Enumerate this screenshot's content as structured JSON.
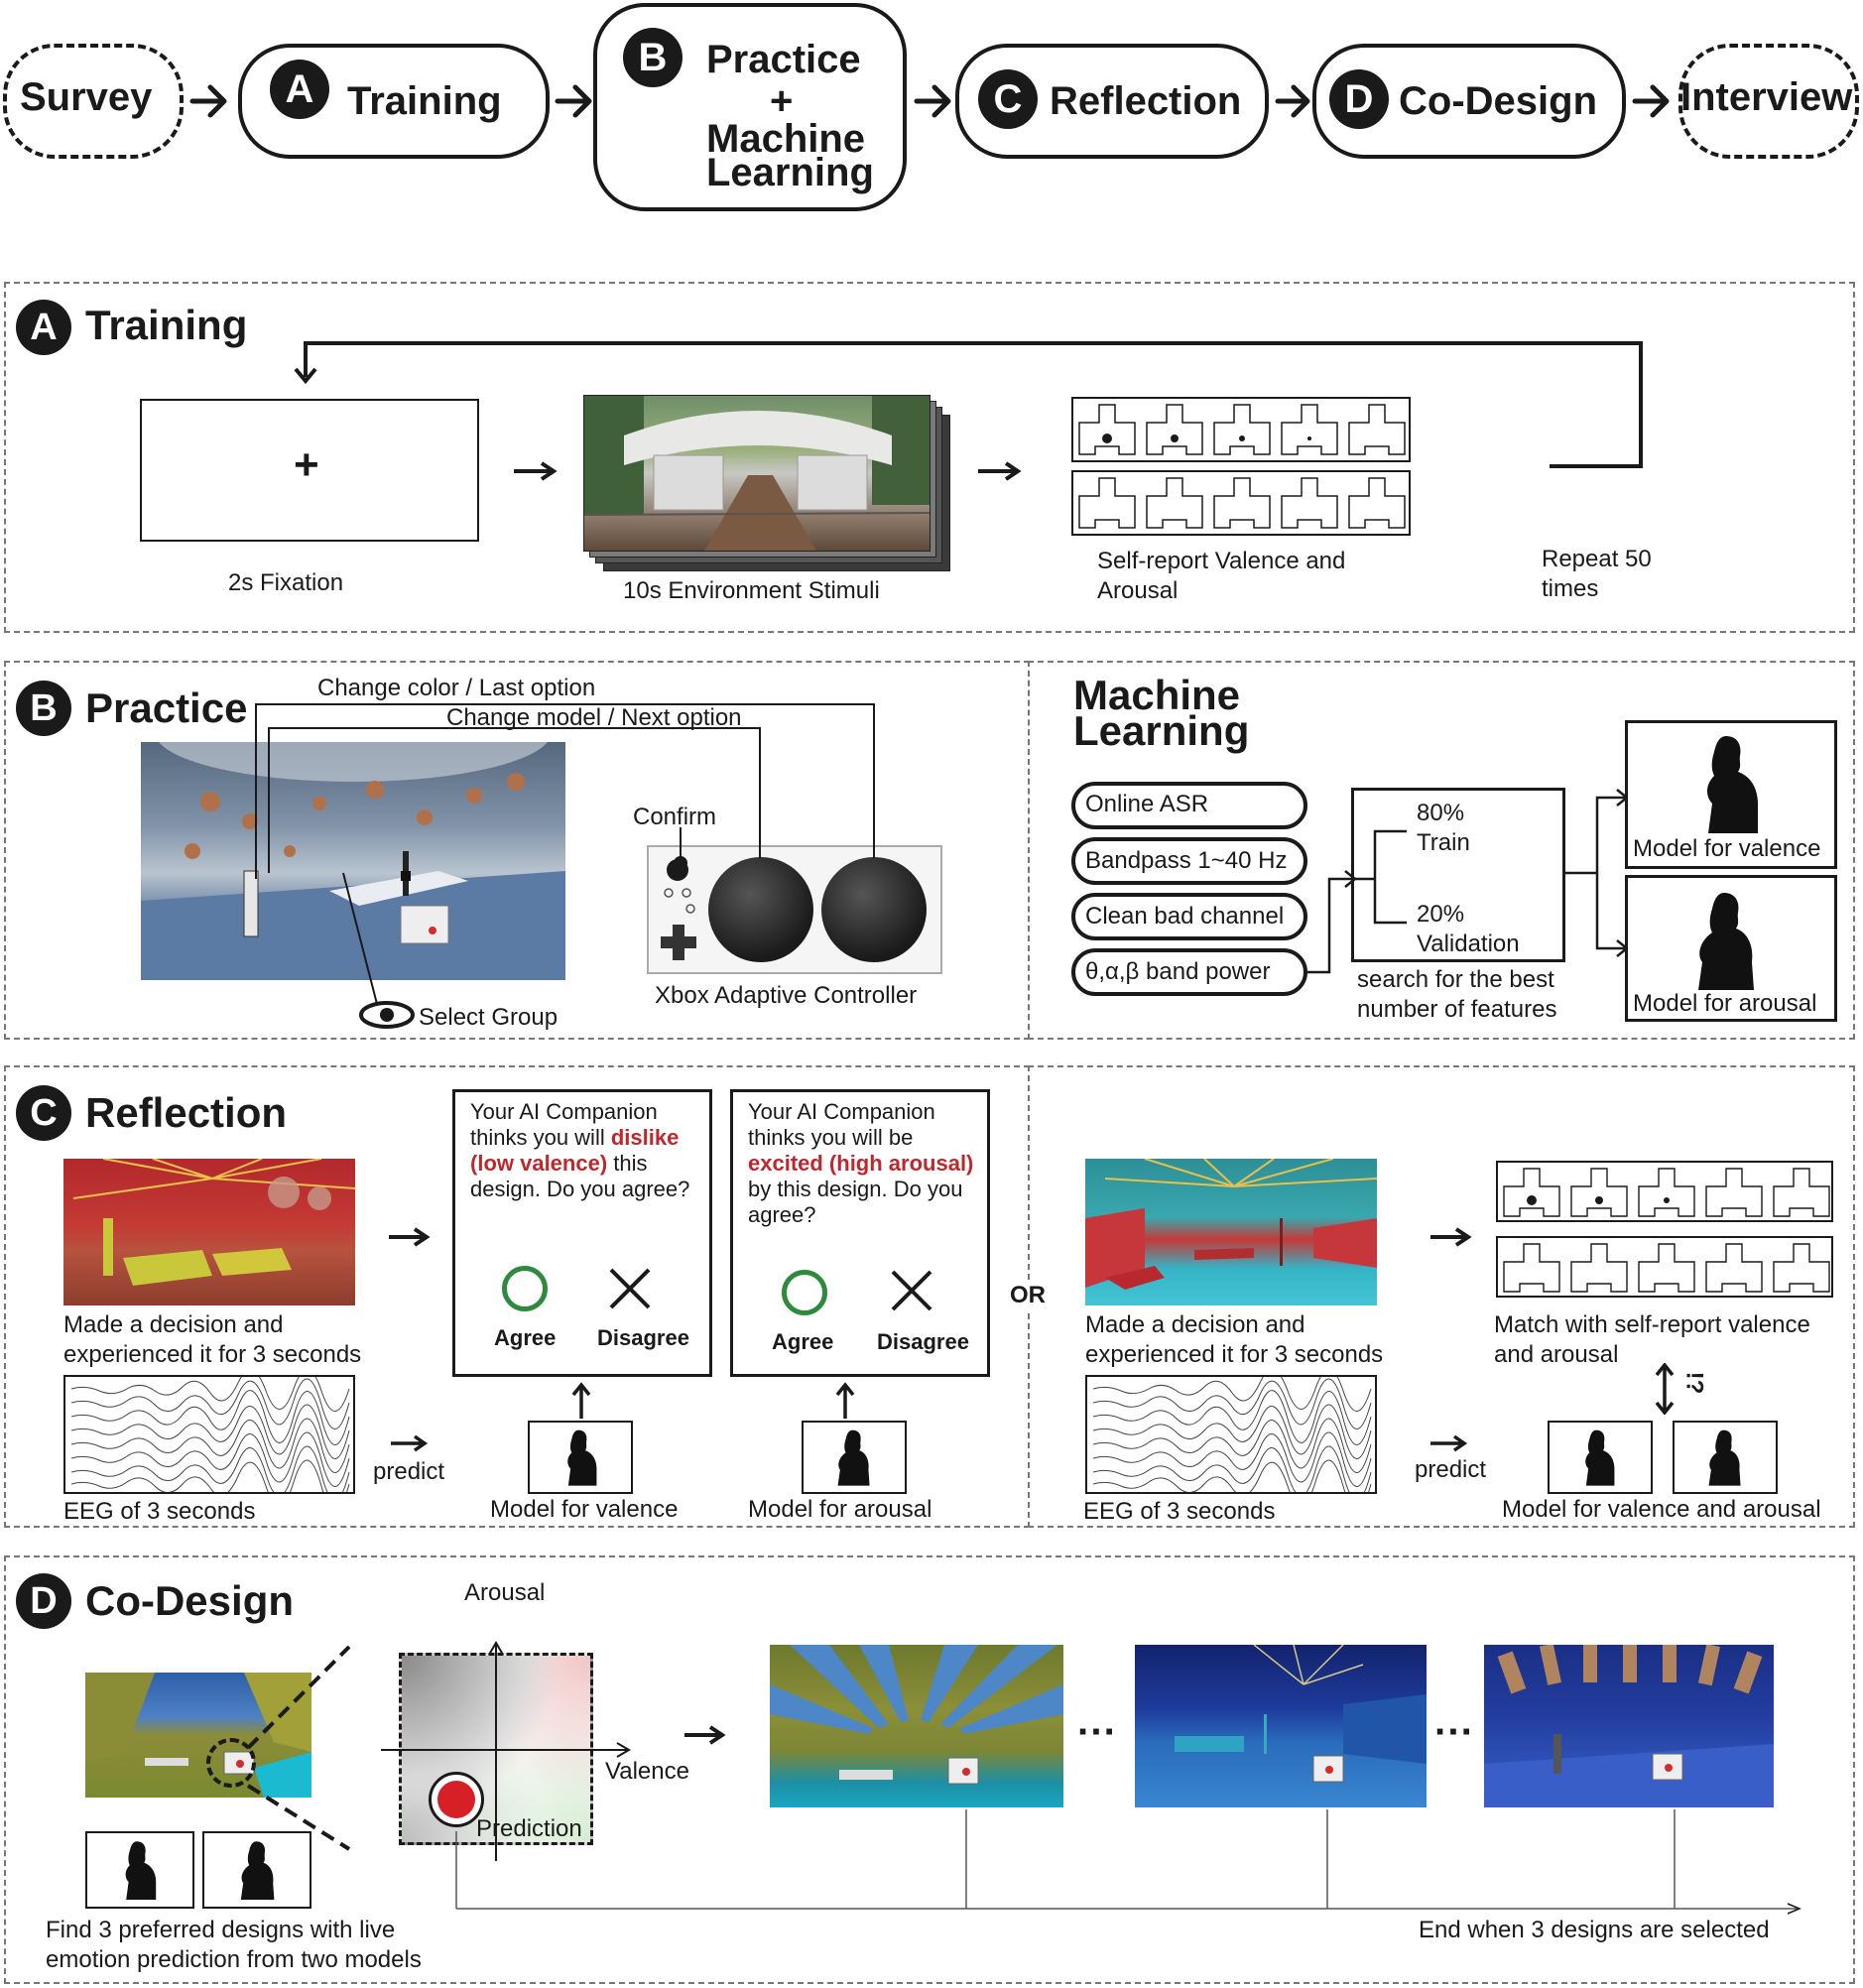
{
  "flow": {
    "survey": "Survey",
    "training": "Training",
    "practice": "Practice",
    "plus": "+",
    "machine": "Machine",
    "learning": "Learning",
    "reflection": "Reflection",
    "codesign": "Co-Design",
    "interview": "Interview",
    "badge_a": "A",
    "badge_b": "B",
    "badge_c": "C",
    "badge_d": "D"
  },
  "training": {
    "title": "Training",
    "fixation_symbol": "+",
    "fixation_label": "2s Fixation",
    "stimuli_label": "10s Environment Stimuli",
    "self_report_line1": "Self-report Valence and",
    "self_report_line2": "Arousal",
    "repeat_line1": "Repeat 50",
    "repeat_line2": "times"
  },
  "practice": {
    "title": "Practice",
    "change_color": "Change color / Last option",
    "change_model": "Change model / Next option",
    "confirm": "Confirm",
    "controller": "Xbox Adaptive Controller",
    "select_group": "Select Group"
  },
  "ml": {
    "title_line1": "Machine",
    "title_line2": "Learning",
    "steps": [
      "Online ASR",
      "Bandpass 1~40 Hz",
      "Clean bad channel",
      "θ,α,β band power"
    ],
    "train_pct": "80%",
    "train": "Train",
    "val_pct": "20%",
    "val": "Validation",
    "search_line1": "search for the best",
    "search_line2": "number of features",
    "model_valence": "Model for valence",
    "model_arousal": "Model for arousal"
  },
  "reflection": {
    "title": "Reflection",
    "decision_line1": "Made a decision and",
    "decision_line2": "experienced it for 3 seconds",
    "eeg": "EEG of 3 seconds",
    "predict": "predict",
    "card1": {
      "l1": "Your AI Companion",
      "l2a": "thinks you will ",
      "l2b": "dislike",
      "l3a": "(low valence)",
      "l3b": " this",
      "l4": "design. Do you agree?"
    },
    "card2": {
      "l1": "Your AI Companion",
      "l2": "thinks you will be",
      "l3": "excited (high arousal)",
      "l4": "by this design. Do you",
      "l5": "agree?"
    },
    "agree": "Agree",
    "disagree": "Disagree",
    "model_valence": "Model for valence",
    "model_arousal": "Model for arousal",
    "or": "OR",
    "match_line1": "Match with self-report valence",
    "match_line2": "and arousal",
    "model_both": "Model for valence and arousal",
    "question": "!?"
  },
  "codesign": {
    "title": "Co-Design",
    "arousal": "Arousal",
    "valence": "Valence",
    "prediction": "Prediction",
    "ellipsis": "···",
    "find_line1": "Find 3 preferred designs with live",
    "find_line2": "emotion prediction from two models",
    "end": "End when 3 designs are selected"
  },
  "colors": {
    "accent_red": "#c0272d",
    "agree_green": "#2e8b3e",
    "ink": "#1a1a1a"
  }
}
